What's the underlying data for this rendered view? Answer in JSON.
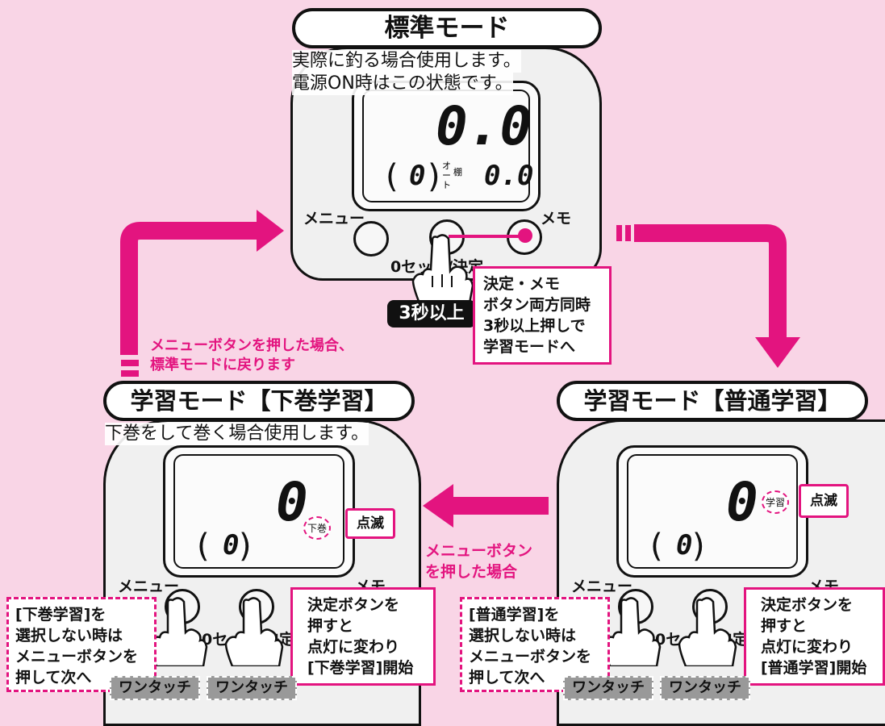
{
  "top": {
    "title": "標準モード",
    "desc_line1": "実際に釣る場合使用します。",
    "desc_line2": "電源ON時はこの状態です。",
    "lcd_big": "0.0",
    "lcd_small_paren": "0",
    "lcd_label_auto": "オート",
    "lcd_label_tana": "棚",
    "lcd_small_right": "0.0",
    "btn_menu": "メニュー",
    "btn_memo": "メモ",
    "btn_center": "0セット/決定",
    "hold_badge": "3秒以上",
    "callout_lines": [
      "決定・メモ",
      "ボタン両方同時",
      "3秒以上押しで",
      "学習モードへ"
    ]
  },
  "return_note": [
    "メニューボタンを押した場合、",
    "標準モードに戻ります"
  ],
  "left": {
    "title": "学習モード【下巻学習】",
    "desc": "下巻をして巻く場合使用します。",
    "lcd_big": "0",
    "lcd_small_paren": "0",
    "blink_indicator": "下巻",
    "blink_label": "点滅",
    "btn_menu": "メニュー",
    "btn_center": "0セット/決定",
    "btn_memo": "メモ",
    "dashed_lines": [
      "[下巻学習]を",
      "選択しない時は",
      "メニューボタンを",
      "押して次へ"
    ],
    "callout_lines": [
      "決定ボタンを",
      "押すと",
      "点灯に変わり",
      "[下巻学習]開始"
    ],
    "badge1": "ワンタッチ",
    "badge2": "ワンタッチ"
  },
  "right": {
    "title": "学習モード【普通学習】",
    "lcd_big": "0",
    "lcd_small_paren": "0",
    "blink_indicator": "学習",
    "blink_label": "点滅",
    "btn_menu": "メニュー",
    "btn_center": "0セット/決定",
    "btn_memo": "メモ",
    "dashed_lines": [
      "[普通学習]を",
      "選択しない時は",
      "メニューボタンを",
      "押して次へ"
    ],
    "callout_lines": [
      "決定ボタンを",
      "押すと",
      "点灯に変わり",
      "[普通学習]開始"
    ],
    "badge1": "ワンタッチ",
    "badge2": "ワンタッチ"
  },
  "middle_note": [
    "メニューボタン",
    "を押した場合"
  ],
  "colors": {
    "accent": "#e3147f",
    "background": "#f9d5e6"
  }
}
